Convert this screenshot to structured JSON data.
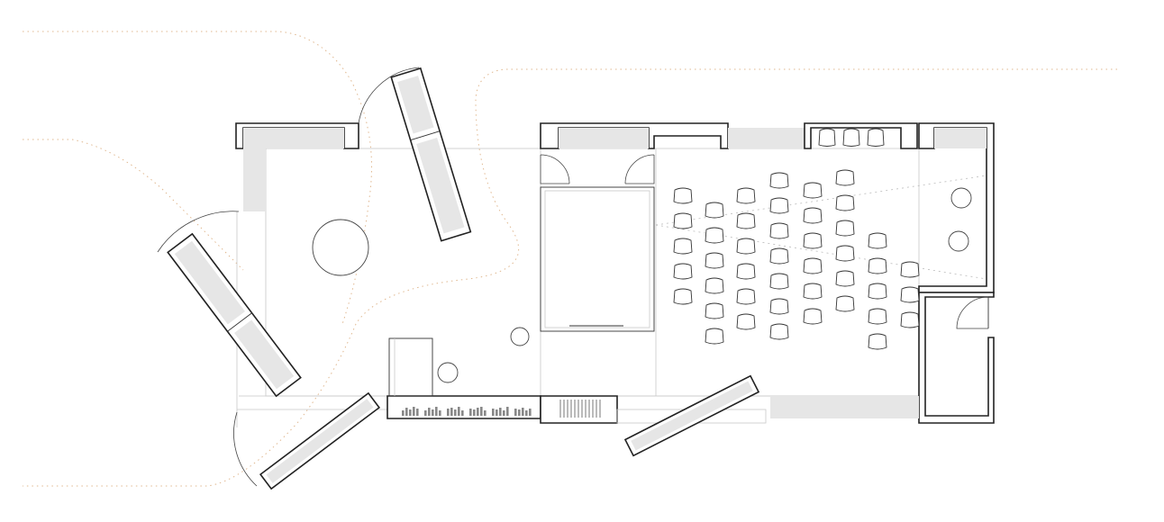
{
  "plan": {
    "colors": {
      "wall_stroke": "#222222",
      "wall_fill": "#e6e6e6",
      "path_color": "#e0b890",
      "background": "#ffffff"
    },
    "seating": {
      "rows": 8,
      "seats_per_row": [
        5,
        6,
        6,
        7,
        6,
        6,
        5,
        3
      ]
    },
    "wall_seats": 3,
    "round_tables": 5,
    "bookshelves": 4,
    "doors": 6
  }
}
